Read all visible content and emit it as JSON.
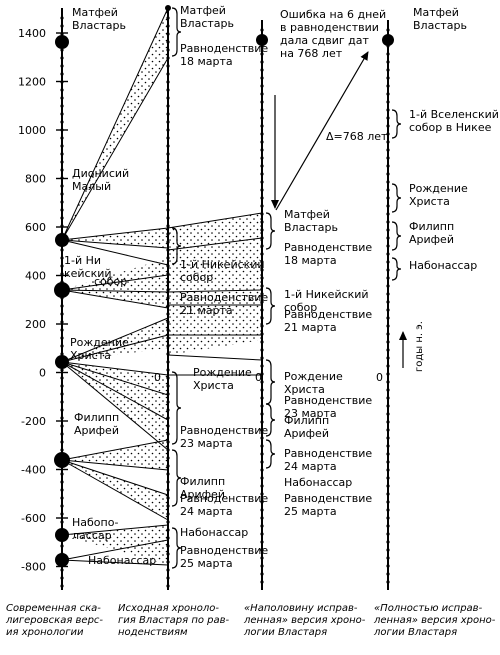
{
  "axis": {
    "ticks": [
      "1400",
      "1200",
      "1000",
      "800",
      "600",
      "400",
      "200",
      "0",
      "-200",
      "-400",
      "-600",
      "-800"
    ],
    "years_label": "годы н. э."
  },
  "columns": [
    {
      "caption": [
        "Современная ска-",
        "лигеровская верс-",
        "ия хронологии"
      ],
      "labels": [
        [
          "Матфей",
          "Властарь"
        ],
        [
          "Дионисий",
          "Малый"
        ],
        [
          "1-й Ни",
          "кейский"
        ],
        [
          "собор"
        ],
        [
          "Рождение",
          "Христа"
        ],
        [
          "Филипп",
          "Арифей"
        ],
        [
          "Набопо-",
          "лассар"
        ],
        [
          "Набонассар"
        ]
      ]
    },
    {
      "caption": [
        "Исходная хроноло-",
        "гия Властаря по рав-",
        "ноденствиям"
      ],
      "zero": "0",
      "labels": [
        [
          "Матфей",
          "Властарь"
        ],
        [
          "Равноденствие",
          "18 марта"
        ],
        [
          "1-й Никейский",
          "собор"
        ],
        [
          "Равноденствие",
          "21 марта"
        ],
        [
          "Рождение",
          "Христа"
        ],
        [
          "Равноденствие",
          "23 марта"
        ],
        [
          "Филипп",
          "Арифей"
        ],
        [
          "Равноденствие",
          "24 марта"
        ],
        [
          "Набонассар"
        ],
        [
          "Равноденствие",
          "25 марта"
        ]
      ]
    },
    {
      "caption": [
        "«Наполовину исправ-",
        "ленная» версия хроно-",
        "логии Властаря"
      ],
      "zero": "0",
      "note": [
        "Ошибка на 6 дней",
        "в равноденствии",
        "дала сдвиг дат",
        "на 768 лет"
      ],
      "shift": "Δ=768 лет",
      "labels": [
        [
          "Матфей",
          "Властарь"
        ],
        [
          "Равноденствие",
          "18 марта"
        ],
        [
          "1-й Никейский",
          "собор"
        ],
        [
          "Равноденствие",
          "21 марта"
        ],
        [
          "Рождение",
          "Христа"
        ],
        [
          "Равноденствие",
          "23 марта"
        ],
        [
          "Филипп",
          "Арифей"
        ],
        [
          "Равноденствие",
          "24 марта"
        ],
        [
          "Набонассар"
        ],
        [
          "Равноденствие",
          "25 марта"
        ]
      ]
    },
    {
      "caption": [
        "«Полностью исправ-",
        "ленная» версия хроно-",
        "логии Властаря"
      ],
      "zero": "0",
      "labels": [
        [
          "Матфей",
          "Властарь"
        ],
        [
          "1-й Вселенский",
          "собор в Никее"
        ],
        [
          "Рождение",
          "Христа"
        ],
        [
          "Филипп",
          "Арифей"
        ],
        [
          "Набонассар"
        ]
      ]
    }
  ]
}
